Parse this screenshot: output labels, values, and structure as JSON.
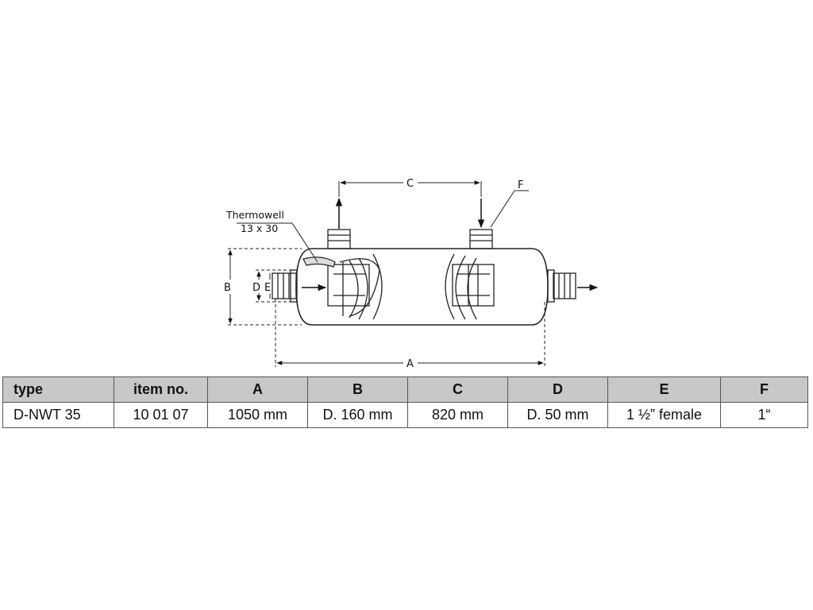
{
  "drawing": {
    "thermowell_label": "Thermowell",
    "thermowell_size": "13 x 30",
    "dim_labels": {
      "A": "A",
      "B": "B",
      "C": "C",
      "D": "D",
      "E": "E",
      "F": "F"
    }
  },
  "table": {
    "headers": {
      "type": "type",
      "item": "item no.",
      "A": "A",
      "B": "B",
      "C": "C",
      "D": "D",
      "E": "E",
      "F": "F"
    },
    "row": {
      "type": "D-NWT 35",
      "item": "10 01 07",
      "A": "1050 mm",
      "B": "D. 160 mm",
      "C": "820 mm",
      "D": "D. 50 mm",
      "E": "1 ½” female",
      "F": "1“"
    }
  }
}
